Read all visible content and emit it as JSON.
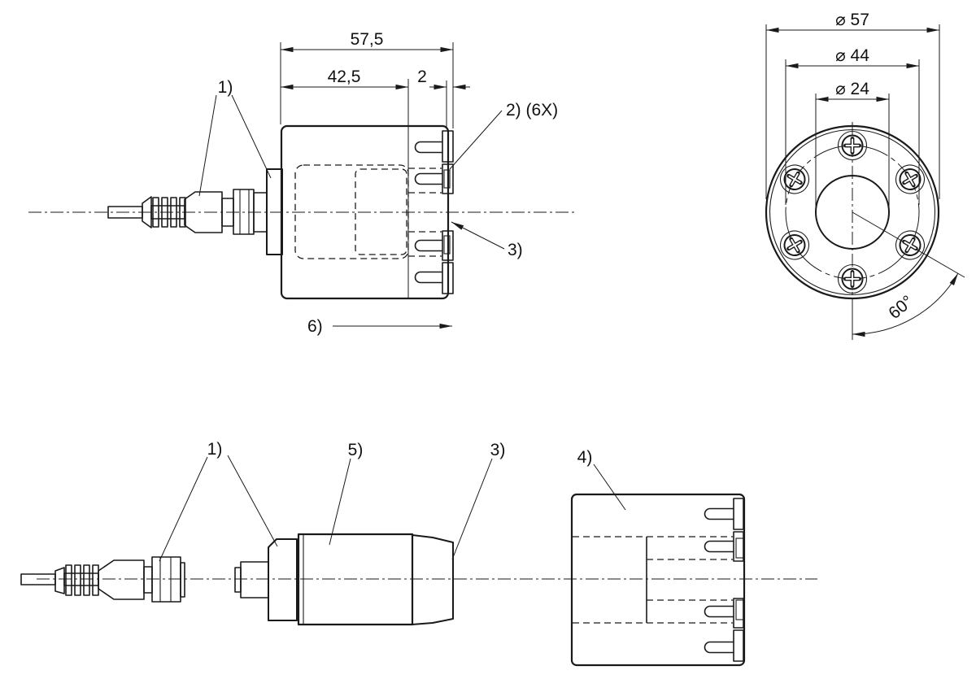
{
  "page": {
    "background": "#ffffff",
    "line_color": "#1a1a1a"
  },
  "side_view": {
    "dim_total_length": "57,5",
    "dim_body_length": "42,5",
    "dim_projection": "2",
    "callout_connector": "1)",
    "callout_screws": "2) (6X)",
    "callout_ref": "3)",
    "callout_direction": "6)"
  },
  "front_view": {
    "dim_outer_diameter": "⌀ 57",
    "dim_bolt_circle": "⌀ 44",
    "dim_bore_diameter": "⌀ 24",
    "dim_screw_spacing_angle": "60°"
  },
  "exploded_view": {
    "callout_connector": "1)",
    "callout_body": "5)",
    "callout_nose": "3)",
    "callout_housing": "4)"
  }
}
